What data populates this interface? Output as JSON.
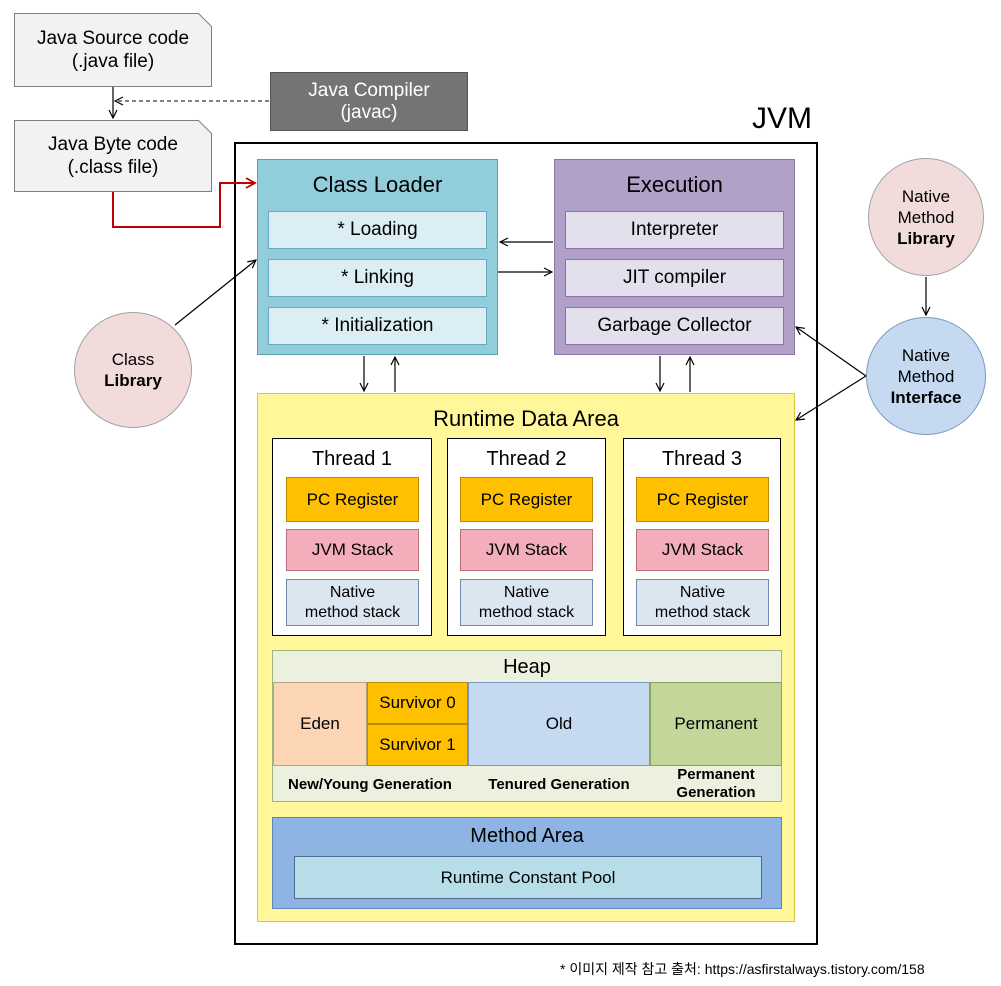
{
  "source": {
    "line1": "Java Source code",
    "line2": "(.java file)"
  },
  "bytecode": {
    "line1": "Java Byte code",
    "line2": "(.class file)"
  },
  "compiler": {
    "line1": "Java Compiler",
    "line2": "(javac)"
  },
  "jvm_label": "JVM",
  "class_loader": {
    "title": "Class Loader",
    "items": [
      "* Loading",
      "* Linking",
      "* Initialization"
    ]
  },
  "execution": {
    "title": "Execution",
    "items": [
      "Interpreter",
      "JIT compiler",
      "Garbage Collector"
    ]
  },
  "class_library": {
    "line1": "Class",
    "line2": "Library"
  },
  "native_library": {
    "line1": "Native",
    "line2": "Method",
    "line3": "Library"
  },
  "native_interface": {
    "line1": "Native",
    "line2": "Method",
    "line3": "Interface"
  },
  "runtime": {
    "title": "Runtime Data Area",
    "threads": [
      {
        "title": "Thread 1",
        "pc": "PC Register",
        "stack": "JVM Stack",
        "native1": "Native",
        "native2": "method stack"
      },
      {
        "title": "Thread 2",
        "pc": "PC Register",
        "stack": "JVM Stack",
        "native1": "Native",
        "native2": "method stack"
      },
      {
        "title": "Thread 3",
        "pc": "PC Register",
        "stack": "JVM Stack",
        "native1": "Native",
        "native2": "method stack"
      }
    ],
    "heap": {
      "title": "Heap",
      "eden": "Eden",
      "survivor0": "Survivor 0",
      "survivor1": "Survivor 1",
      "old": "Old",
      "permanent": "Permanent",
      "young_gen": "New/Young Generation",
      "tenured_gen": "Tenured Generation",
      "perm_gen1": "Permanent",
      "perm_gen2": "Generation"
    },
    "method_area": {
      "title": "Method Area",
      "pool": "Runtime Constant Pool"
    }
  },
  "footer": "* 이미지 제작 참고 출처: https://asfirstalways.tistory.com/158",
  "colors": {
    "class_loader": "#92cddc",
    "execution": "#b1a0c7",
    "runtime_area": "#fff799",
    "pc_register": "#ffc000",
    "jvm_stack": "#f4aeb9",
    "heap": "#ebf1de",
    "method_area": "#8db4e2",
    "arrow_red": "#c00000"
  }
}
